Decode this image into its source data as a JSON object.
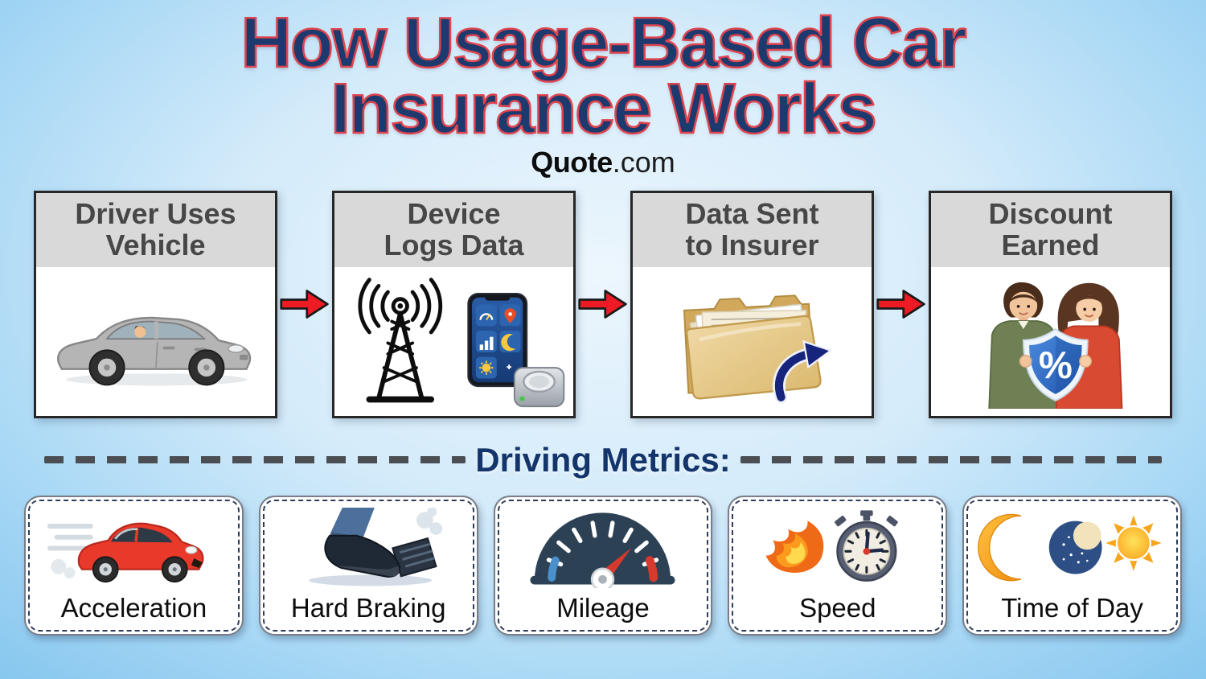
{
  "header": {
    "title_line1": "How Usage-Based Car",
    "title_line2": "Insurance Works",
    "brand": {
      "bold": "Quote",
      "suffix": ".com"
    }
  },
  "process": {
    "steps": [
      {
        "title_line1": "Driver Uses",
        "title_line2": "Vehicle",
        "icon": "gray-sedan-with-driver"
      },
      {
        "title_line1": "Device",
        "title_line2": "Logs Data",
        "icon": "radio-tower-phone-telematics-device"
      },
      {
        "title_line1": "Data Sent",
        "title_line2": "to Insurer",
        "icon": "folder-with-upload-arrow"
      },
      {
        "title_line1": "Discount",
        "title_line2": "Earned",
        "icon": "couple-holding-percent-shield"
      }
    ]
  },
  "metrics_section": {
    "heading": "Driving Metrics:",
    "cards": [
      {
        "label": "Acceleration",
        "icon": "speeding-red-car"
      },
      {
        "label": "Hard Braking",
        "icon": "foot-on-brake-pedal"
      },
      {
        "label": "Mileage",
        "icon": "speedometer-gauge"
      },
      {
        "label": "Speed",
        "icon": "flaming-stopwatch"
      },
      {
        "label": "Time of Day",
        "icon": "moon-night-moon-sun"
      }
    ]
  },
  "colors": {
    "background_edge": "#82c4ee",
    "background_center": "#ecf6fd",
    "title_fill": "#1d3a6e",
    "title_outline": "#e0444e",
    "step_header_bg": "#d9d9d9",
    "step_header_text": "#474747",
    "step_border": "#272727",
    "arrow_red": "#ed1c24",
    "heading_navy": "#14356b",
    "dash_gray": "#4b4e53",
    "card_dash_border": "#2d3c59",
    "shield_blue": "#2f6cc4",
    "folder_manila": "#e7cd96"
  }
}
